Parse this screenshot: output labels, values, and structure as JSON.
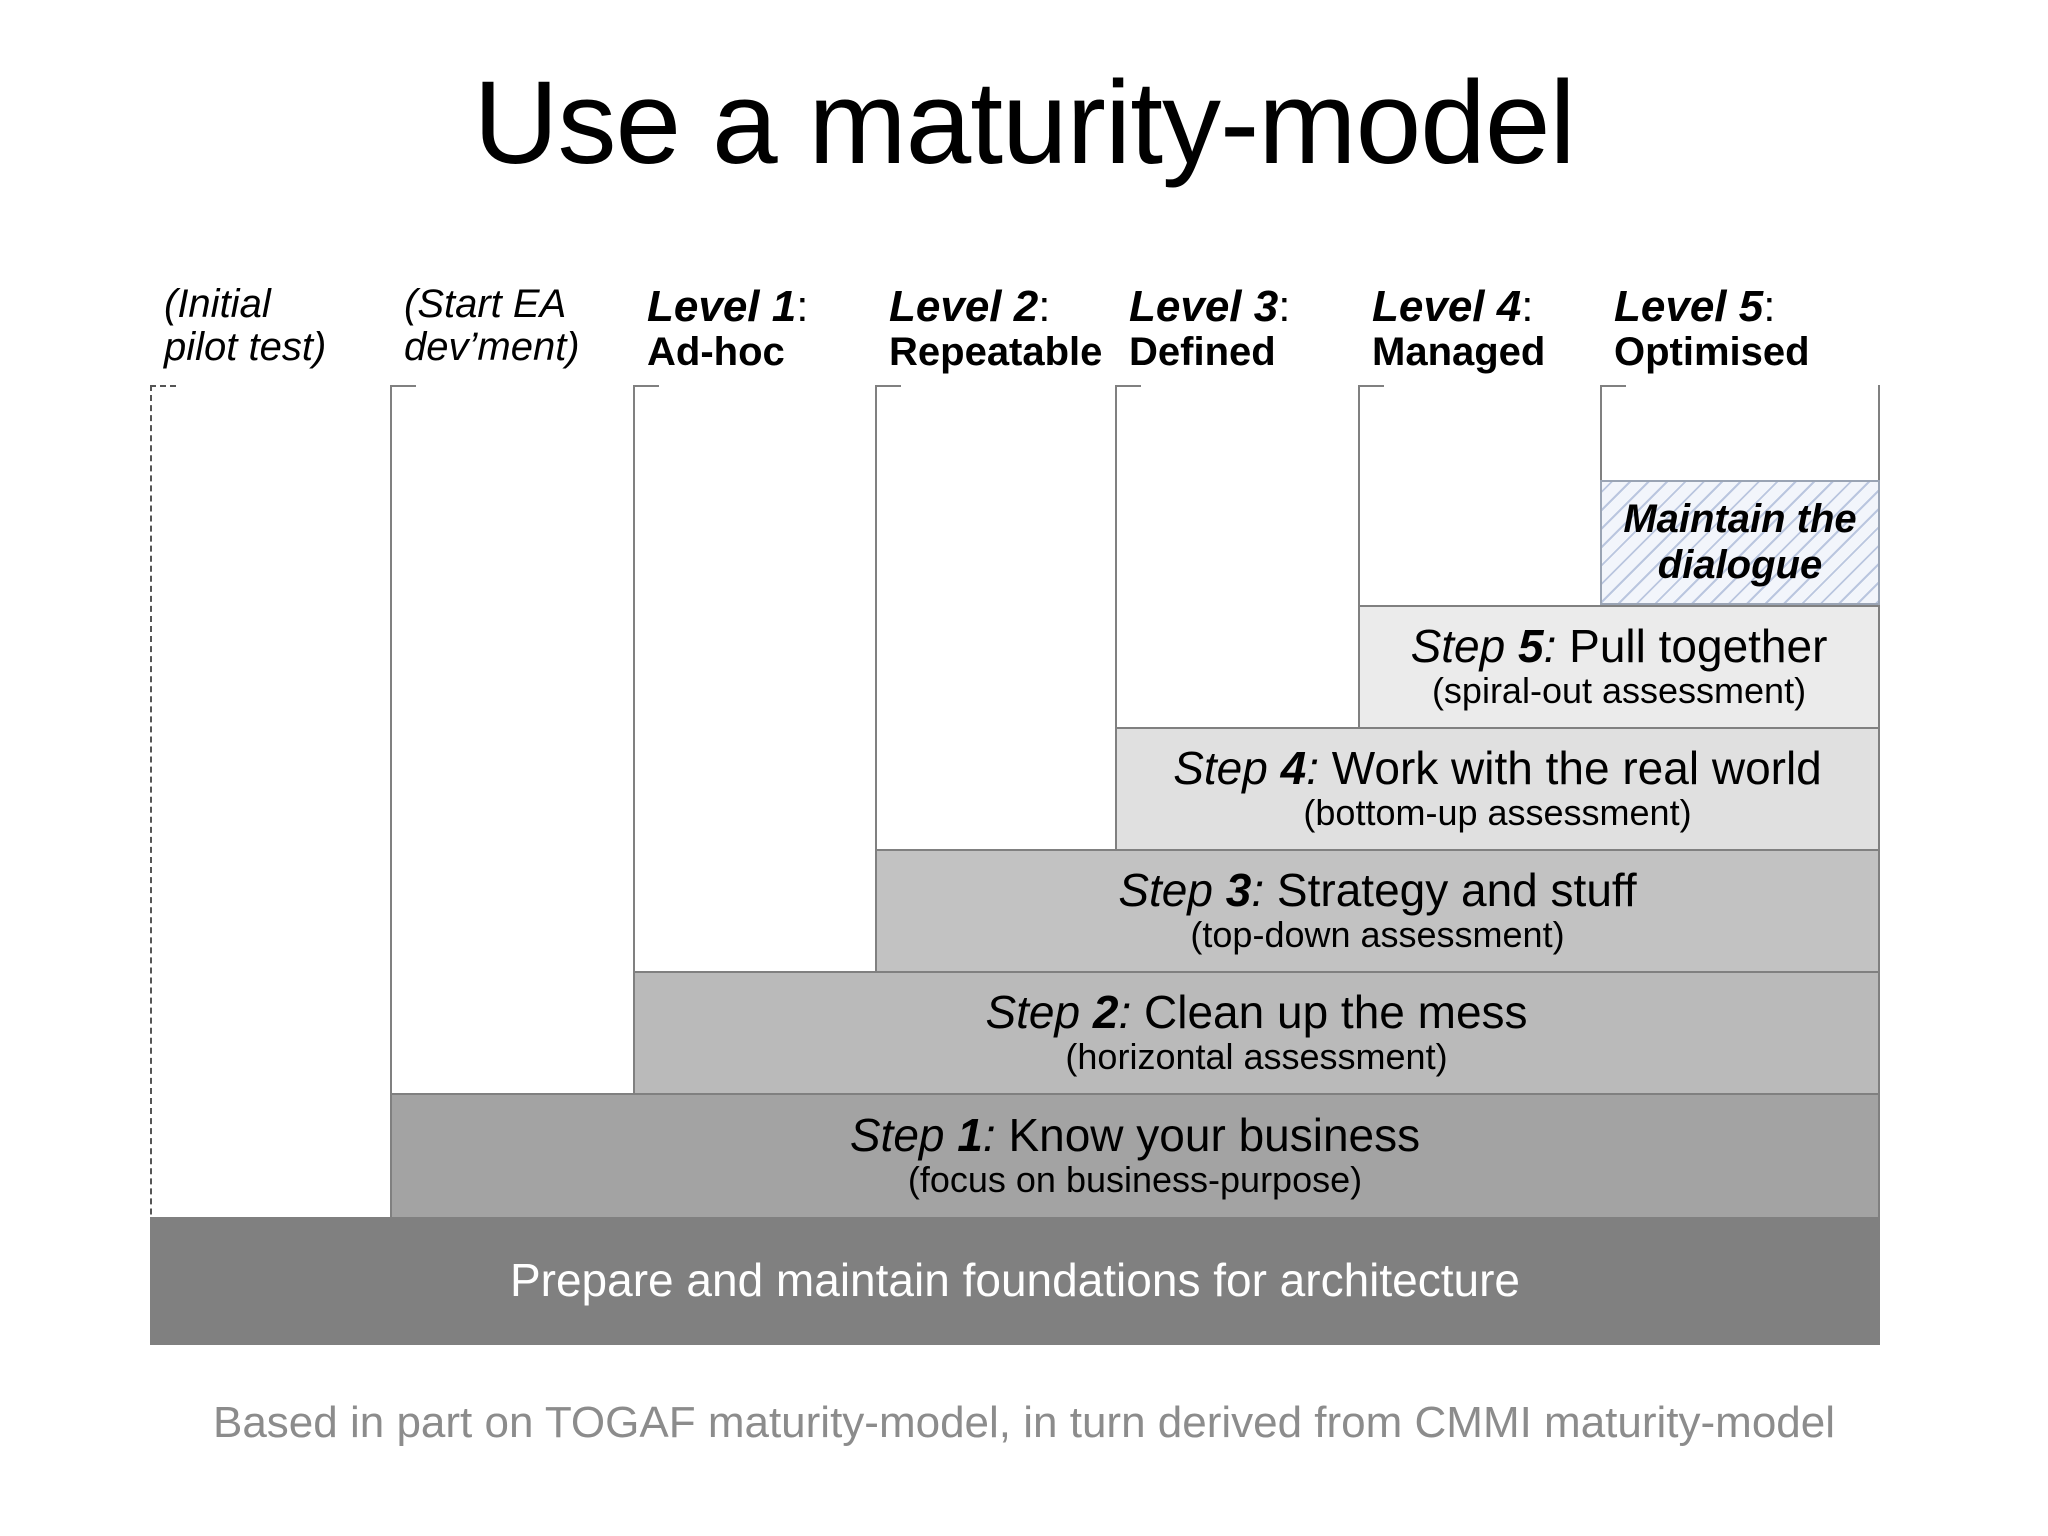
{
  "title": "Use a maturity-model",
  "footer": "Based in part on TOGAF maturity-model, in turn derived from CMMI maturity-model",
  "columns": [
    {
      "kind": "note",
      "line1": "(Initial",
      "line2": "pilot test)"
    },
    {
      "kind": "note",
      "line1": "(Start EA",
      "line2": "dev’ment)"
    },
    {
      "kind": "level",
      "line1": "Level 1",
      "colon": ":",
      "line2": "Ad-hoc"
    },
    {
      "kind": "level",
      "line1": "Level 2",
      "colon": ":",
      "line2": "Repeatable"
    },
    {
      "kind": "level",
      "line1": "Level 3",
      "colon": ":",
      "line2": "Defined"
    },
    {
      "kind": "level",
      "line1": "Level 4",
      "colon": ":",
      "line2": "Managed"
    },
    {
      "kind": "level",
      "line1": "Level 5",
      "colon": ":",
      "line2": "Optimised"
    }
  ],
  "bars": [
    {
      "id": "maintain",
      "lead": "",
      "num": "",
      "main": "Maintain the dialogue",
      "sub": "",
      "fill": "hatched-blue"
    },
    {
      "id": "step5",
      "lead": "Step",
      "num": "5",
      "main": "Pull together",
      "sub": "(spiral-out assessment)",
      "fill": "#ebebeb"
    },
    {
      "id": "step4",
      "lead": "Step",
      "num": "4",
      "main": "Work with the real world",
      "sub": "(bottom-up assessment)",
      "fill": "#e0e0e0"
    },
    {
      "id": "step3",
      "lead": "Step",
      "num": "3",
      "main": "Strategy and stuff",
      "sub": "(top-down assessment)",
      "fill": "#c2c2c2"
    },
    {
      "id": "step2",
      "lead": "Step",
      "num": "2",
      "main": "Clean up the mess",
      "sub": "(horizontal assessment)",
      "fill": "#bababa"
    },
    {
      "id": "step1",
      "lead": "Step",
      "num": "1",
      "main": "Know your business",
      "sub": "(focus on business-purpose)",
      "fill": "#a3a3a3"
    },
    {
      "id": "foundation",
      "lead": "",
      "num": "",
      "main": "Prepare and maintain foundations for architecture",
      "sub": "",
      "fill": "#808080"
    }
  ],
  "colors": {
    "hatch_fill": "#f2f5fb",
    "hatch_line": "#8ca0c8",
    "step5": "#ebebeb",
    "step4": "#e0e0e0",
    "step3": "#c2c2c2",
    "step2": "#bababa",
    "step1": "#a3a3a3",
    "foundation": "#808080",
    "foundation_text": "#ffffff",
    "grid_line": "#808080",
    "footer_text": "#8c8c8c"
  }
}
